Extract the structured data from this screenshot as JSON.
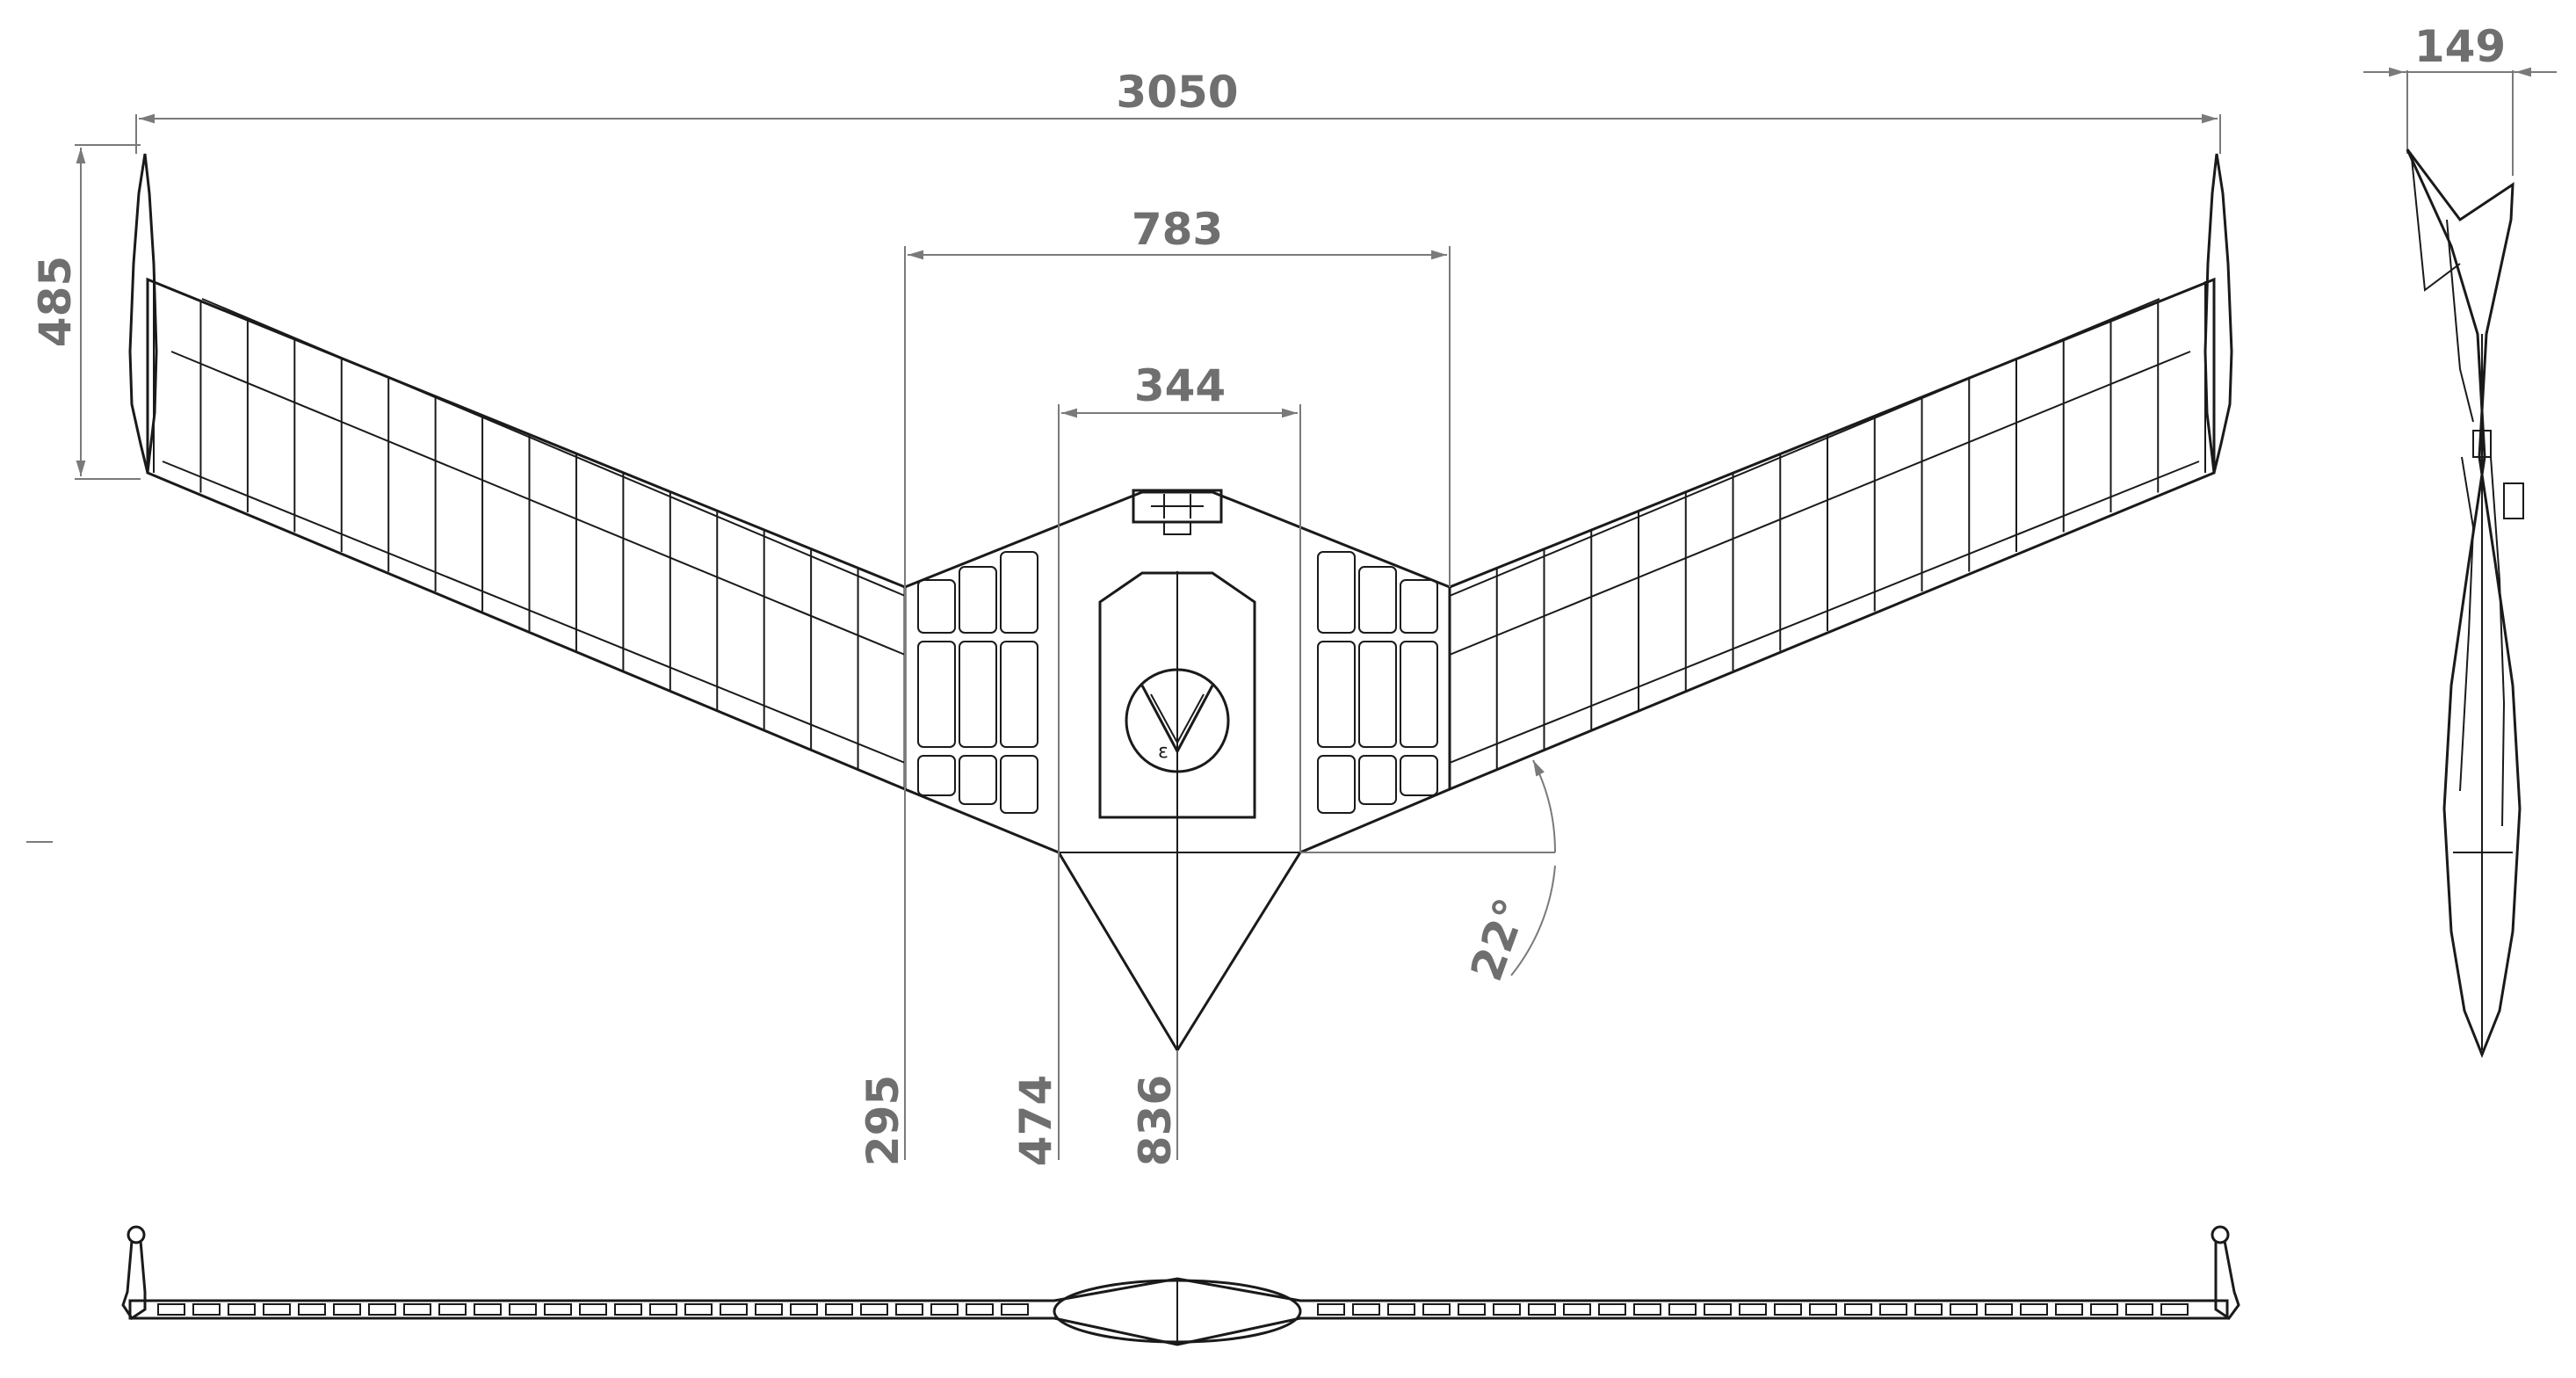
{
  "dimensions": {
    "wingspan": "3050",
    "center_width": "783",
    "fuselage_width": "344",
    "tip_height": "485",
    "side_thickness": "149",
    "sweep_angle": "22°",
    "length_295": "295",
    "length_474": "474",
    "length_836": "836"
  }
}
